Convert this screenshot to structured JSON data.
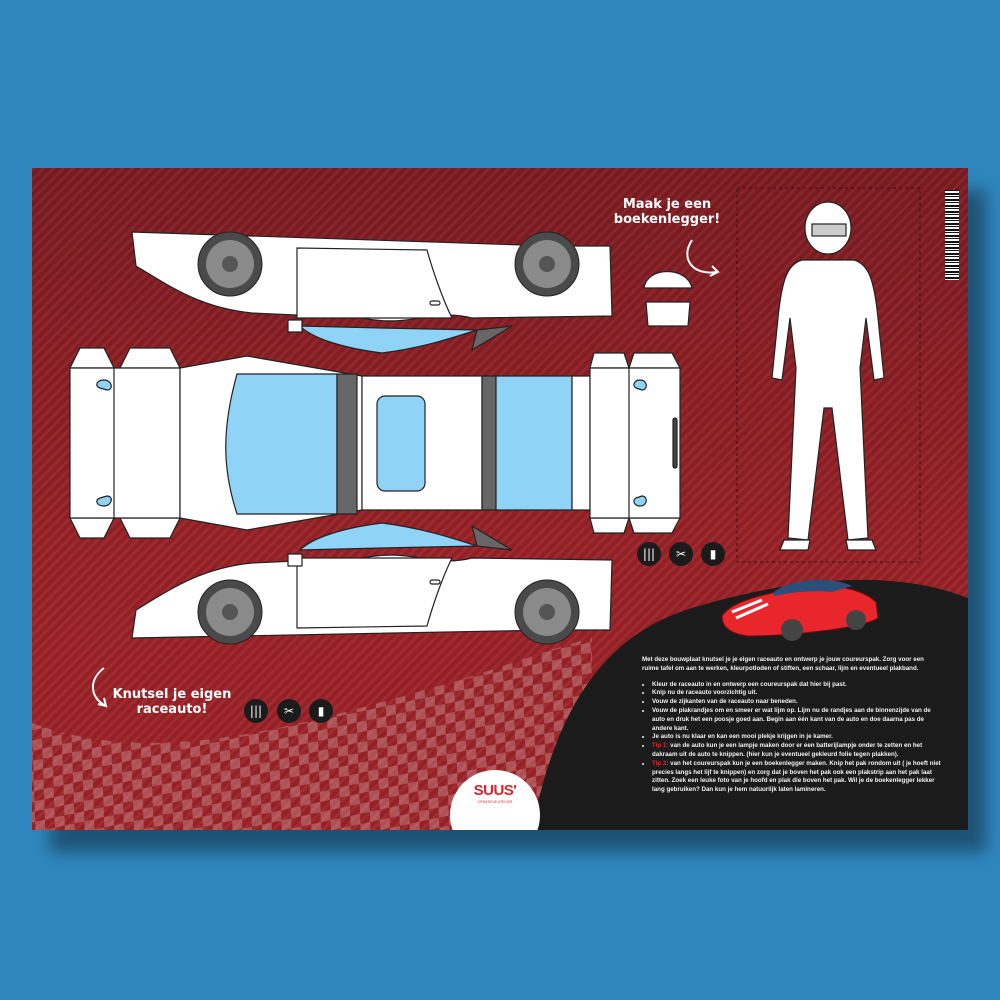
{
  "headlines": {
    "bookmark": [
      "Maak je een",
      "boekenlegger!"
    ],
    "car": [
      "Knutsel je eigen",
      "raceauto!"
    ]
  },
  "tool_icons": [
    {
      "name": "pencils-icon",
      "glyph": "|||"
    },
    {
      "name": "scissors-icon",
      "glyph": "✂"
    },
    {
      "name": "glue-icon",
      "glyph": "▮"
    }
  ],
  "instructions": {
    "intro": "Met deze bouwplaat knutsel je je eigen raceauto en ontwerp je jouw coureurspak. Zorg voor een ruime tafel om aan te werken, kleurpotloden of stiften, een schaar, lijm en eventueel plakband.",
    "steps": [
      "Kleur de raceauto in  en ontwerp een coureurspak dat hier bij past.",
      "Knip nu de raceauto voorzichtig uit.",
      "Vouw de zijkanten van de raceauto naar beneden.",
      "Vouw de plakrandjes om en smeer er wat lijm op. Lijm nu de randjes aan de binnenzijde van de auto en druk het een poosje goed aan. Begin aan één kant van de auto en doe daarna pas de andere kant.",
      "Je auto is nu klaar en kan een mooi plekje krijgen in je kamer."
    ],
    "tips": [
      {
        "label": "Tip 1:",
        "text": "van de auto kun je een lampje maken door er een batterijlampje onder te zetten en het dakraam uit de auto te knippen. (hier kun je eventueel gekleurd folie tegen plakken)."
      },
      {
        "label": "Tip 2:",
        "text": "van het coureurspak kun je een boekenlegger maken. Knip het pak rondom uit ( je hoeft niet precies langs het lijf te knippen) en zorg dat je boven het pak ook een plakstrip aan het pak laat zitten. Zoek een leuke foto van je hoofd en plak die boven het pak. Wil je de boekenlegger lekker lang gebruiken? Dan kun je hem natuurlijk laten lamineren."
      }
    ]
  },
  "logo": {
    "word": "SUUS'",
    "sub": "CREATIEVE ATELIER"
  },
  "colors": {
    "background": "#2e86bd",
    "poster_red": "#9a2227",
    "panel_black": "#1b1b1b",
    "tip_red": "#e0262b",
    "glass": "#8fd3f7"
  }
}
